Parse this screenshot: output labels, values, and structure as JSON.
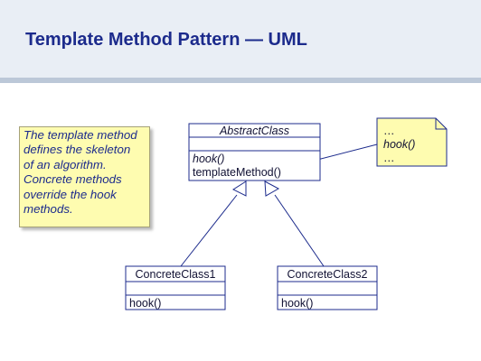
{
  "slide": {
    "title": "Template Method Pattern — UML"
  },
  "note": {
    "lines": [
      "The template method",
      "defines the skeleton",
      "of an algorithm.",
      "Concrete methods",
      "override the hook",
      "methods."
    ]
  },
  "abstract_class": {
    "name": "AbstractClass",
    "methods": [
      "hook()",
      "templateMethod()"
    ]
  },
  "concrete_classes": [
    {
      "name": "ConcreteClass1",
      "methods": [
        "hook()"
      ]
    },
    {
      "name": "ConcreteClass2",
      "methods": [
        "hook()"
      ]
    }
  ],
  "code_note": {
    "lines": [
      "…",
      "hook()",
      "…"
    ]
  },
  "colors": {
    "title": "#1c2b8c",
    "line": "#1c2b8c",
    "note_fill": "#fefcb0",
    "header_bg": "#e9eef5"
  }
}
